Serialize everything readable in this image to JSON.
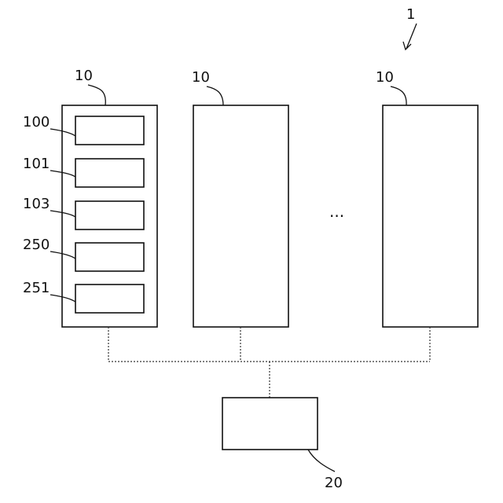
{
  "figure_ref": "1",
  "units": {
    "left": "10",
    "middle": "10",
    "right": "10"
  },
  "left_unit_components": [
    "100",
    "101",
    "103",
    "250",
    "251"
  ],
  "ellipsis": "...",
  "controller_ref": "20"
}
